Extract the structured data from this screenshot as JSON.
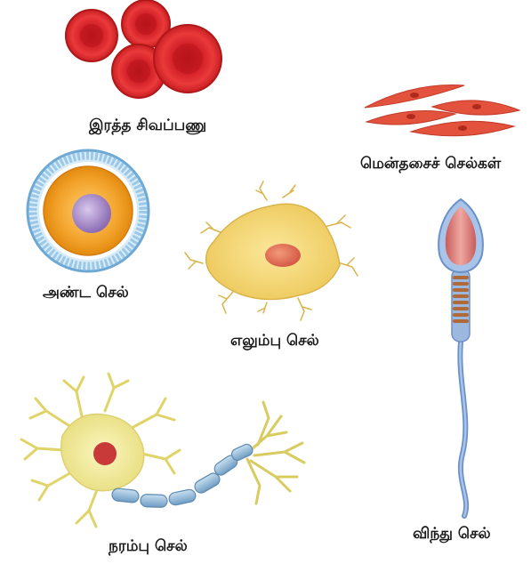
{
  "labels": {
    "red_blood_cell": "இரத்த சிவப்பணு",
    "smooth_muscle_cells": "மென்தசைச் செல்கள்",
    "egg_cell": "அண்ட செல்",
    "bone_cell": "எலும்பு செல்",
    "sperm_cell": "விந்து செல்",
    "nerve_cell": "நரம்பு செல்"
  },
  "colors": {
    "rbc": "#e02a2a",
    "rbc_center": "#c81a1a",
    "muscle": "#e2523d",
    "egg_outer": "#9cc8e8",
    "egg_yolk": "#f0a020",
    "egg_nucleus": "#a88ac8",
    "bone": "#f4d66c",
    "neuron": "#f2ea96",
    "myelin": "#8fb8d8",
    "sperm_head": "#d87878",
    "sperm_tail": "#7fa6d6"
  }
}
